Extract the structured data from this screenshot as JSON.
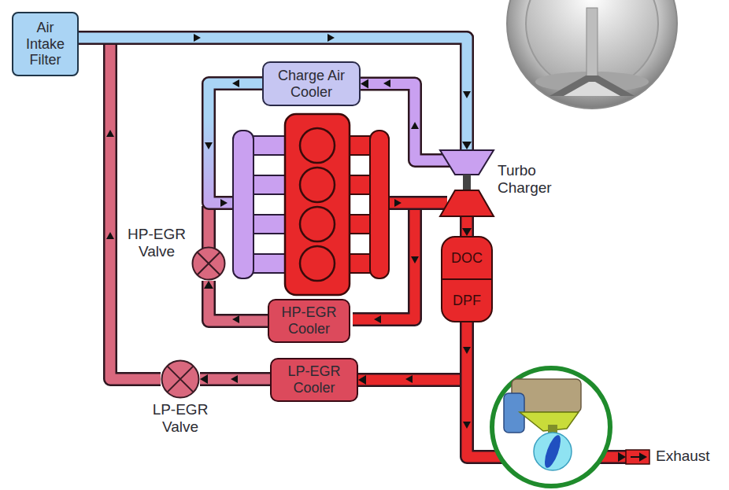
{
  "diagram": {
    "nodes": [
      {
        "text": [
          "Air Intake Filter"
        ]
      },
      {
        "text": [
          "Charge Air Cooler"
        ]
      },
      {
        "text": [
          "Turbo Charger"
        ]
      },
      {
        "text": [
          "HP-EGR Valve"
        ]
      },
      {
        "text": [
          "DOC",
          "DPF"
        ]
      },
      {
        "text": [
          "HP-EGR Cooler"
        ]
      },
      {
        "text": [
          "LP-EGR Cooler"
        ]
      },
      {
        "text": [
          "LP-EGR Valve"
        ]
      },
      {
        "text": [
          "Exhaust"
        ]
      }
    ],
    "edges": [
      {
        "from": 2,
        "to": 1,
        "arrow": "to"
      },
      {
        "from": 2,
        "to": 4,
        "arrow": "to"
      },
      {
        "from": 4,
        "to": 6,
        "arrow": "to"
      },
      {
        "from": 4,
        "to": 8,
        "arrow": "to"
      },
      {
        "from": 5,
        "to": 3,
        "arrow": "to"
      },
      {
        "from": 6,
        "to": 7,
        "arrow": "to"
      },
      {
        "from": 7,
        "to": 2,
        "arrow": "to"
      },
      {
        "from": 0,
        "to": 2,
        "arrow": "to"
      }
    ]
  }
}
